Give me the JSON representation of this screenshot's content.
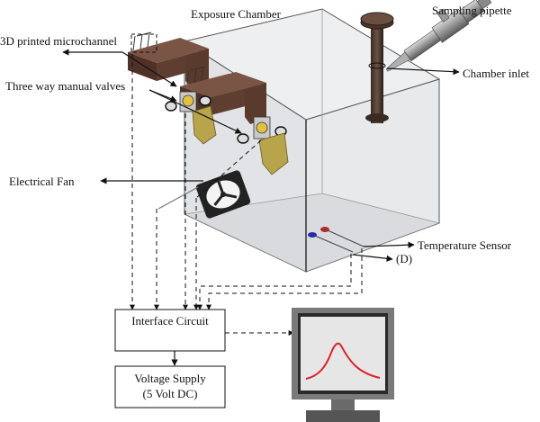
{
  "labels": {
    "exposure_chamber": "Exposure Chamber",
    "sampling_pipette": "Sampling pipette",
    "microchannel": "3D printed microchannel",
    "valves": "Three way manual valves",
    "chamber_inlet": "Chamber inlet",
    "electrical_fan": "Electrical Fan",
    "temperature_sensor": "Temperature Sensor",
    "d_marker": "(D)"
  },
  "boxes": {
    "interface_circuit": "Interface Circuit",
    "voltage_supply_line1": "Voltage Supply",
    "voltage_supply_line2": "(5 Volt DC)"
  },
  "colors": {
    "chamber_fill": "#e9eaec",
    "chamber_edge": "#2a2a2a",
    "microchannel": "#5a3a2c",
    "valve_body": "#b8a44a",
    "screen_bg": "#e6e6e6",
    "monitor_frame": "#7a7a7a",
    "curve": "#e0202a"
  },
  "icons": {
    "monitor": "computer-monitor-icon",
    "fan": "fan-icon",
    "pipette": "pipette-icon"
  }
}
